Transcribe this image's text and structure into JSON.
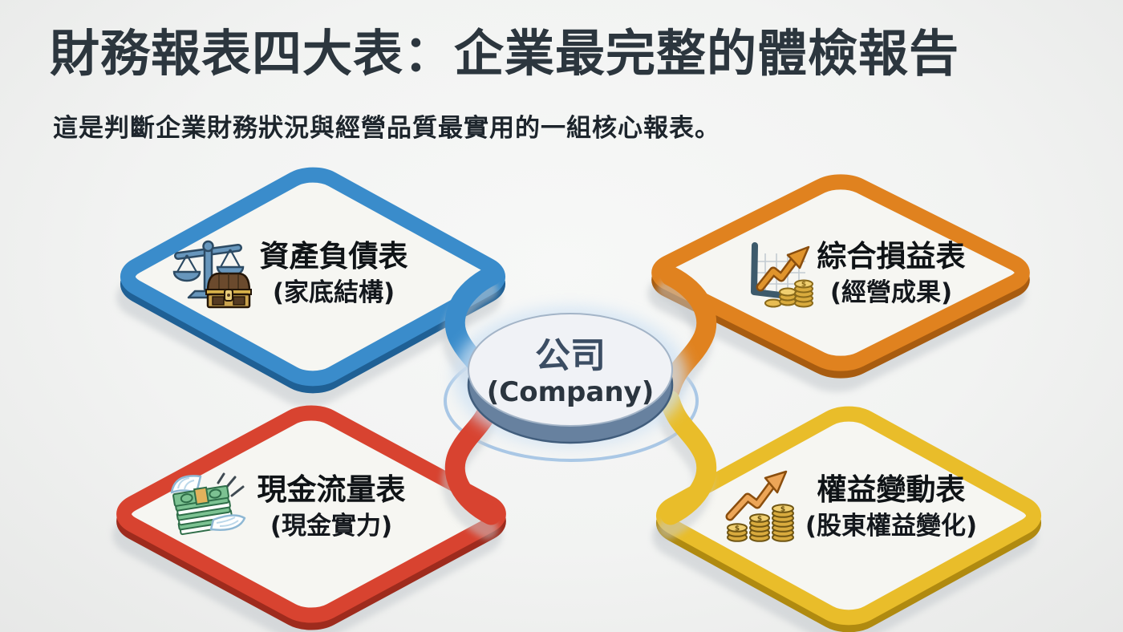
{
  "page": {
    "background": "#f1f2f1"
  },
  "header": {
    "title": "財務報表四大表：企業最完整的體檢報告",
    "subtitle": "這是判斷企業財務狀況與經營品質最實用的一組核心報表。",
    "title_color": "#2c363e"
  },
  "center_node": {
    "label": "公司",
    "sublabel": "(Company)",
    "fill": "#f0f2f6",
    "rim_color": "#67819f",
    "ring_color": "#a9c7e5"
  },
  "nodes": [
    {
      "id": "balance-sheet",
      "label": "資產負債表",
      "sublabel": "(家底結構)",
      "color": "#3a8ccb",
      "edge_color": "#1f6095",
      "icon": "balance-scale-and-chest",
      "position": "top-left"
    },
    {
      "id": "income-statement",
      "label": "綜合損益表",
      "sublabel": "(經營成果)",
      "color": "#e0821f",
      "edge_color": "#a85c10",
      "icon": "growth-chart-with-coins",
      "position": "top-right"
    },
    {
      "id": "cash-flow",
      "label": "現金流量表",
      "sublabel": "(現金實力)",
      "color": "#d84330",
      "edge_color": "#9e2b1d",
      "icon": "flying-money",
      "position": "bottom-left"
    },
    {
      "id": "equity-change",
      "label": "權益變動表",
      "sublabel": "(股東權益變化)",
      "color": "#e9bd2a",
      "edge_color": "#b08a10",
      "icon": "rising-coins-arrow",
      "position": "bottom-right"
    }
  ],
  "icons": {
    "dollar_glyph": "$"
  }
}
